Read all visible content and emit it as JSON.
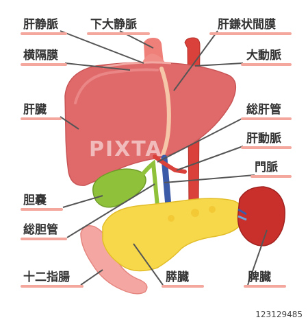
{
  "labels": {
    "hepatic_vein": "肝静脈",
    "ivc": "下大静脈",
    "falciform_ligament": "肝鎌状間膜",
    "diaphragm": "横隔膜",
    "aorta": "大動脈",
    "liver": "肝臓",
    "common_hepatic_duct": "総肝管",
    "hepatic_artery": "肝動脈",
    "portal_vein": "門脈",
    "gallbladder": "胆嚢",
    "common_bile_duct": "総胆管",
    "duodenum": "十二指腸",
    "pancreas": "膵臓",
    "spleen": "脾臓"
  },
  "watermark": "PIXTA",
  "image_id": "123129485",
  "colors": {
    "liver": "#e0696a",
    "gallbladder": "#8fc23a",
    "pancreas": "#f7d84a",
    "duodenum": "#f4a7a2",
    "spleen": "#c9302c",
    "aorta": "#d9413a",
    "vein": "#3b5aa8",
    "underline": "#f3a79d"
  }
}
